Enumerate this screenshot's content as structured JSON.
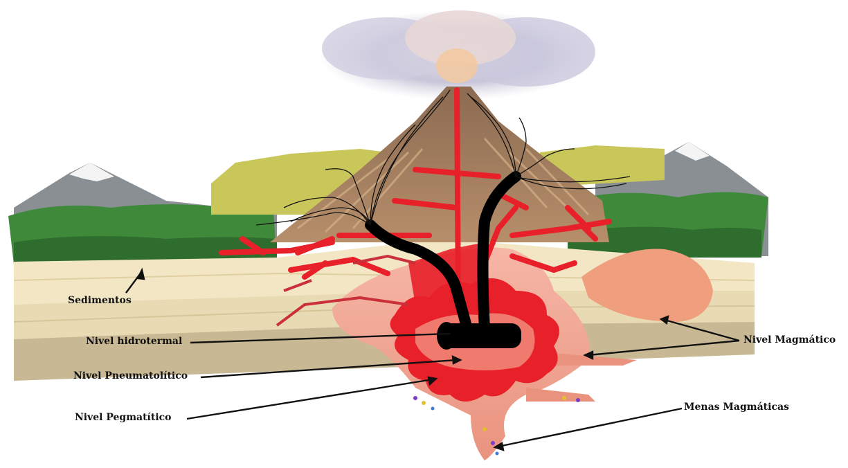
{
  "labels": {
    "sedimentos": "Sedimentos",
    "hidrotermal": "Nivel hidrotermal",
    "pneumatolitico": "Nivel Pneumatolítico",
    "pegmatitico": "Nivel Pegmatítico",
    "magmatico": "Nivel Magmático",
    "menas": "Menas Magmáticas"
  },
  "colors": {
    "magma_red": "#e8202a",
    "magma_pink": "#f07a6e",
    "hydrothermal": "#000000",
    "sediment_light": "#f2e6c4",
    "sediment_dark": "#c9b894",
    "forest": "#3f8a3a",
    "volcano": "#9c7a5c",
    "snow": "#f4f4f4",
    "smoke": "#c9c6d6"
  }
}
